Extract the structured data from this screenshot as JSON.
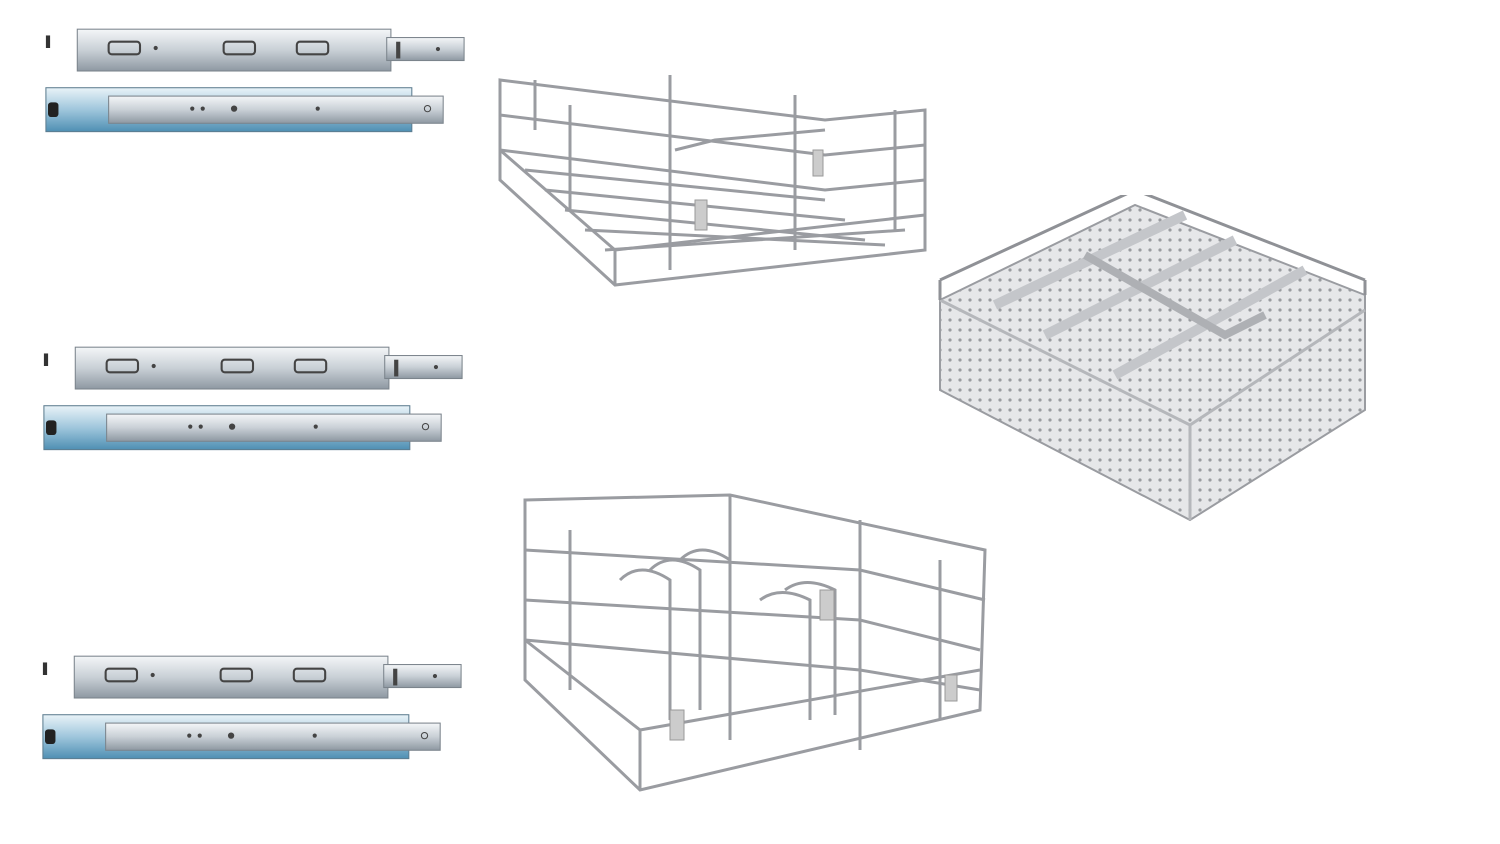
{
  "products": [
    {
      "icon": "drawer-slide-pair-icon",
      "kind": "telescopic drawer slide pair"
    },
    {
      "icon": "drawer-slide-pair-icon",
      "kind": "telescopic drawer slide pair"
    },
    {
      "icon": "drawer-slide-pair-icon",
      "kind": "telescopic drawer slide pair"
    },
    {
      "icon": "wire-basket-icon",
      "kind": "wire basket"
    },
    {
      "icon": "cutlery-tray-basket-icon",
      "kind": "perforated cutlery basket"
    },
    {
      "icon": "plate-rack-basket-icon",
      "kind": "plate basket"
    }
  ],
  "colors": {
    "background": "#ffffff",
    "steel": "#a9abb0",
    "slide_blue": "#6fa9c9"
  }
}
